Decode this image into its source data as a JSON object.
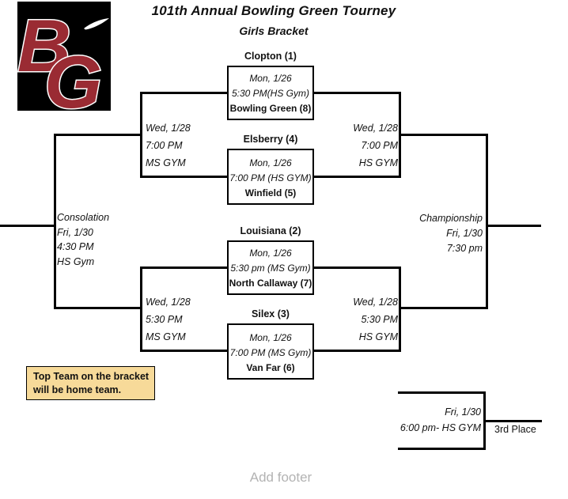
{
  "header": {
    "title": "101th Annual Bowling Green Tourney",
    "subtitle": "Girls Bracket"
  },
  "logo": {
    "letter_b": "B",
    "letter_g": "G",
    "background": "#000000",
    "letter_color": "#9A2B33",
    "swoosh": "nike-swoosh-icon"
  },
  "games": [
    {
      "seed_top": "Clopton (1)",
      "date": "Mon, 1/26",
      "time": "5:30 PM(HS Gym)",
      "seed_bottom": "Bowling Green (8)"
    },
    {
      "seed_top": "Elsberry (4)",
      "date": "Mon, 1/26",
      "time": "7:00 PM (HS GYM)",
      "seed_bottom": "Winfield (5)"
    },
    {
      "seed_top": "Louisiana (2)",
      "date": "Mon, 1/26",
      "time": "5:30 pm (MS Gym)",
      "seed_bottom": "North Callaway (7)"
    },
    {
      "seed_top": "Silex (3)",
      "date": "Mon, 1/26",
      "time": "7:00  PM (MS Gym)",
      "seed_bottom": "Van Far (6)"
    }
  ],
  "semifinals": {
    "left_top": {
      "date": "Wed, 1/28",
      "time": "7:00 PM",
      "venue": "MS GYM"
    },
    "right_top": {
      "date": "Wed, 1/28",
      "time": "7:00 PM",
      "venue": "HS GYM"
    },
    "left_bottom": {
      "date": "Wed, 1/28",
      "time": "5:30 PM",
      "venue": "MS GYM"
    },
    "right_bottom": {
      "date": "Wed, 1/28",
      "time": "5:30 PM",
      "venue": "HS GYM"
    }
  },
  "consolation": {
    "label": "Consolation",
    "date": "Fri, 1/30",
    "time": "4:30 PM",
    "venue": "HS Gym"
  },
  "championship": {
    "label": "Championship",
    "date": "Fri, 1/30",
    "time": "7:30 pm"
  },
  "third_place": {
    "date": "Fri, 1/30",
    "time": "6:00 pm- HS GYM",
    "label": "3rd Place"
  },
  "note": {
    "line1": "Top Team on the bracket",
    "line2": "will be home team."
  },
  "footer": {
    "placeholder": "Add footer"
  },
  "colors": {
    "line": "#000000",
    "note_bg": "#F7DA99",
    "logo_bg": "#000000",
    "logo_red": "#9A2B33",
    "footer_text": "#B3B3B3"
  }
}
